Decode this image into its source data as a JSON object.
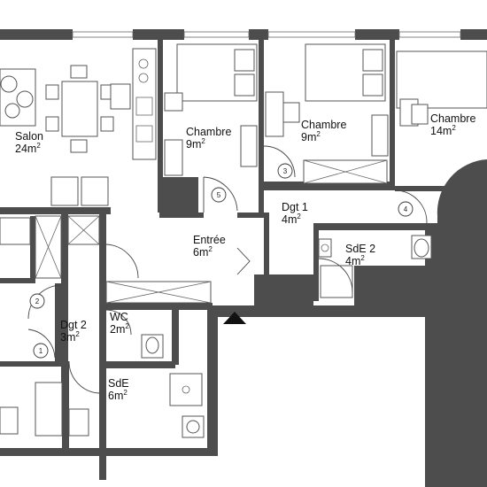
{
  "rooms": [
    {
      "name": "Salon",
      "area": "24m",
      "exp": "2"
    },
    {
      "name": "Chambre",
      "area": "9m",
      "exp": "2"
    },
    {
      "name": "Chambre",
      "area": "9m",
      "exp": "2"
    },
    {
      "name": "Chambre",
      "area": "14m",
      "exp": "2"
    },
    {
      "name": "Entrée",
      "area": "6m",
      "exp": "2"
    },
    {
      "name": "Dgt 1",
      "area": "4m",
      "exp": "2"
    },
    {
      "name": "SdE 2",
      "area": "4m",
      "exp": "2"
    },
    {
      "name": "Dgt 2",
      "area": "3m",
      "exp": "2"
    },
    {
      "name": "WC",
      "area": "2m",
      "exp": "2"
    },
    {
      "name": "SdE",
      "area": "6m",
      "exp": "2"
    }
  ],
  "markers": [
    "1",
    "2",
    "3",
    "4",
    "5"
  ]
}
